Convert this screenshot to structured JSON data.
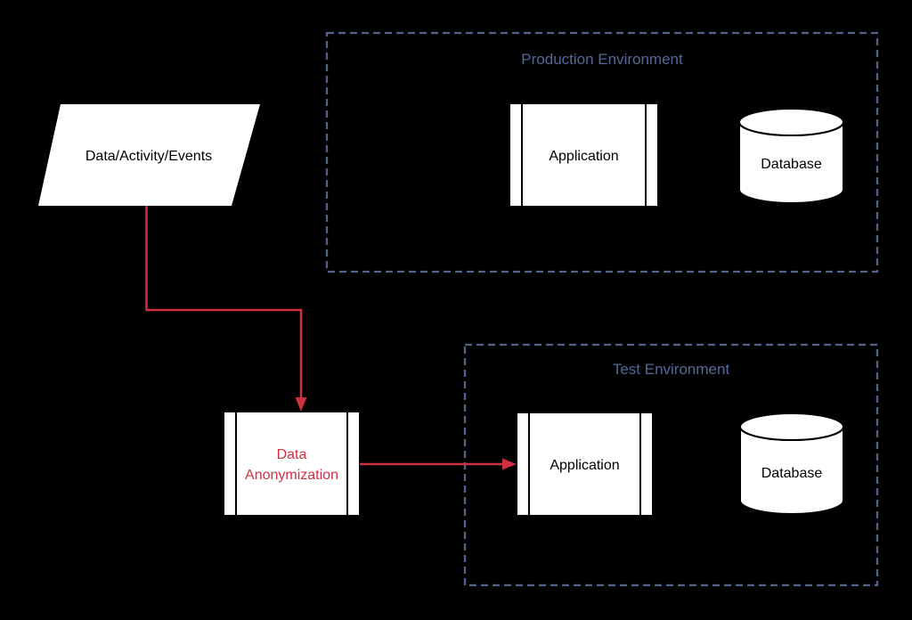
{
  "diagram": {
    "colors": {
      "background": "#000000",
      "node_fill": "#ffffff",
      "node_stroke": "#000000",
      "node_text": "#000000",
      "accent_red": "#d02f42",
      "env_border": "#52648a",
      "env_label": "#55689a"
    },
    "nodes": {
      "source": {
        "type": "parallelogram",
        "label": "Data/Activity/Events"
      },
      "anonymization": {
        "type": "process",
        "label": "Data Anonymization",
        "label_lines": [
          "Data",
          "Anonymization"
        ]
      },
      "production_env": {
        "type": "group",
        "label": "Production Environment"
      },
      "production_application": {
        "type": "process",
        "label": "Application"
      },
      "production_database": {
        "type": "cylinder",
        "label": "Database"
      },
      "test_env": {
        "type": "group",
        "label": "Test Environment"
      },
      "test_application": {
        "type": "process",
        "label": "Application"
      },
      "test_database": {
        "type": "cylinder",
        "label": "Database"
      }
    },
    "edges": [
      {
        "from": "source",
        "to": "anonymization",
        "style": "orthogonal-arrow"
      },
      {
        "from": "anonymization",
        "to": "test_application",
        "style": "straight-arrow"
      }
    ]
  }
}
